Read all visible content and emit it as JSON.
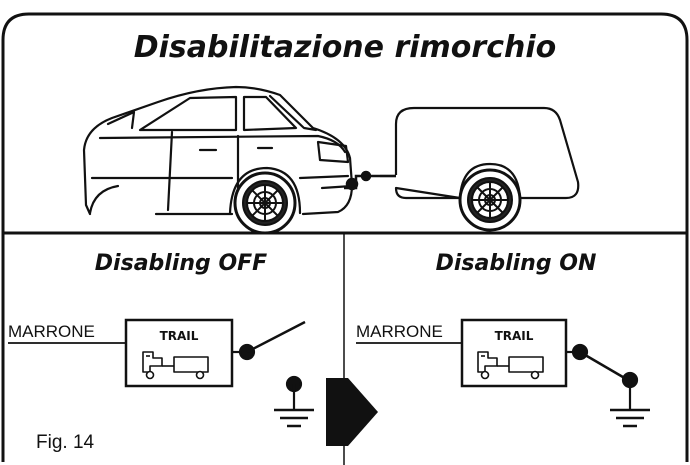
{
  "title": "Disabilitazione rimorchio",
  "panels": {
    "off": {
      "heading": "Disabling OFF",
      "wire_label": "MARRONE",
      "box_label": "TRAIL"
    },
    "on": {
      "heading": "Disabling ON",
      "wire_label": "MARRONE",
      "box_label": "TRAIL"
    }
  },
  "figure_label": "Fig. 14",
  "icons": [
    "car-icon",
    "trailer-icon",
    "trailer-relay-icon",
    "switch-open-icon",
    "switch-closed-icon",
    "ground-icon",
    "arrow-right-icon"
  ]
}
